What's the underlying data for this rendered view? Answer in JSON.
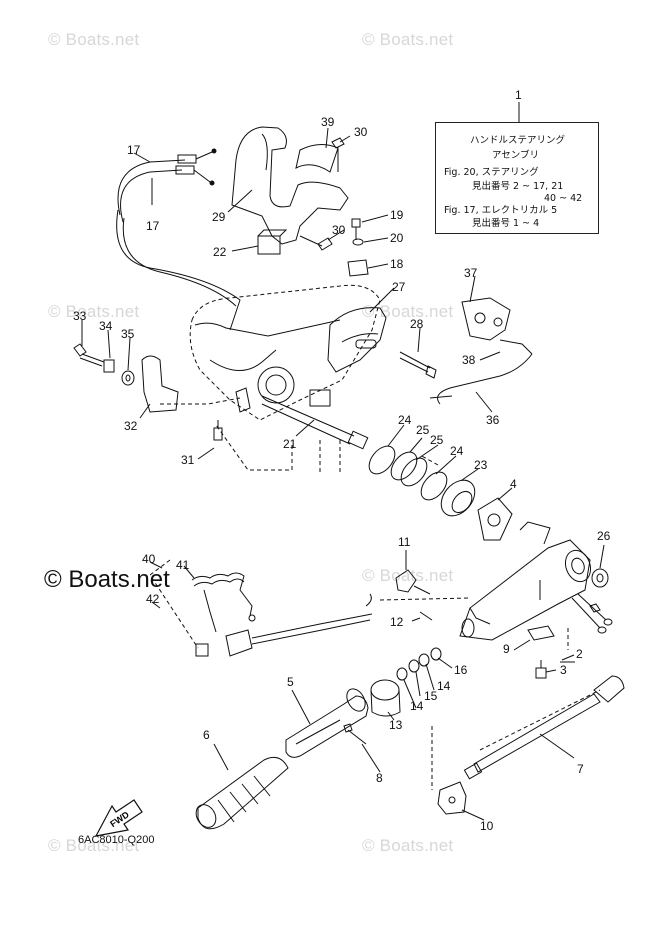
{
  "watermarks": {
    "small": "© Boats.net",
    "large": "© Boats.net"
  },
  "note": {
    "ref": "1",
    "title_line1": "ハンドルステアリング",
    "title_line2": "アセンブリ",
    "fig20_line": "Fig. 20, ステアリング",
    "fig20_refs_line1": "見出番号 2 ~ 17, 21",
    "fig20_refs_line2": "40 ~ 42",
    "fig17_line": "Fig. 17, エレクトリカル 5",
    "fig17_refs": "見出番号 1 ~ 4"
  },
  "callouts": {
    "c1": "1",
    "c2": "2",
    "c3": "3",
    "c4": "4",
    "c5": "5",
    "c6": "6",
    "c7": "7",
    "c8": "8",
    "c9": "9",
    "c10": "10",
    "c11": "11",
    "c12": "12",
    "c13": "13",
    "c14a": "14",
    "c14b": "14",
    "c15": "15",
    "c16": "16",
    "c17a": "17",
    "c17b": "17",
    "c18": "18",
    "c19": "19",
    "c20": "20",
    "c21": "21",
    "c22": "22",
    "c23": "23",
    "c24a": "24",
    "c24b": "24",
    "c25a": "25",
    "c25b": "25",
    "c26": "26",
    "c27": "27",
    "c28": "28",
    "c29": "29",
    "c30a": "30",
    "c30b": "30",
    "c31": "31",
    "c32": "32",
    "c33": "33",
    "c34": "34",
    "c35": "35",
    "c36": "36",
    "c37": "37",
    "c38": "38",
    "c39": "39",
    "c40": "40",
    "c41": "41",
    "c42": "42"
  },
  "fwd_label": "FWD",
  "part_code": "6AC8010-Q200",
  "colors": {
    "line": "#111111",
    "watermark": "#d7d7d7",
    "background": "#ffffff"
  }
}
